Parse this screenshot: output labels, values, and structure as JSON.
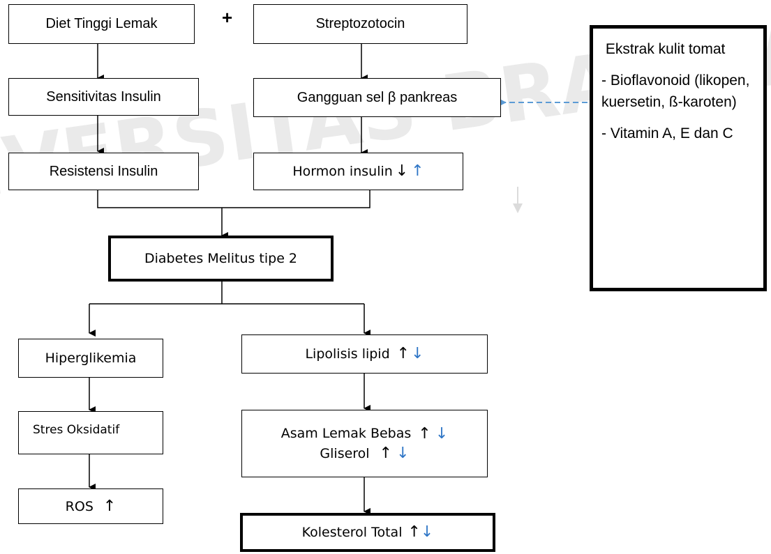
{
  "watermark": "UNIVERSITAS BRAWIJAYA",
  "operators": {
    "plus": "+"
  },
  "boxes": {
    "diet": "Diet Tinggi Lemak",
    "stz": "Streptozotocin",
    "sensitivitas": "Sensitivitas  Insulin",
    "gangguan": "Gangguan sel β pankreas",
    "resistensi": "Resistensi Insulin",
    "hormon": "Hormon insulin",
    "dm": "Diabetes Melitus tipe 2",
    "hiperglikemia": "Hiperglikemia",
    "lipolisis": "Lipolisis lipid",
    "stres": "Stres Oksidatif",
    "asam": "Asam Lemak Bebas",
    "gliserol": "Gliserol",
    "ros": "ROS",
    "kolesterol": "Kolesterol Total"
  },
  "side_panel": {
    "title": " Ekstrak kulit tomat",
    "item1": "- Bioflavonoid (likopen, kuersetin,  ß-karoten)",
    "item2": "- Vitamin A, E dan C"
  },
  "indicators": {
    "up": "↑",
    "down": "↓"
  },
  "colors": {
    "blue": "#2e75c6",
    "dashed_arrow": "#5b9bd5",
    "watermark": "#d9d9d9"
  }
}
